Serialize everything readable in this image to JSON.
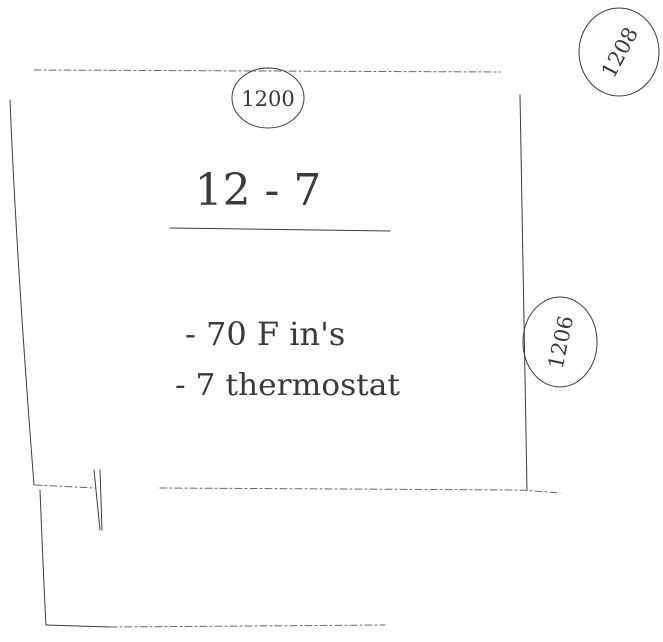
{
  "labels": {
    "top_callout": "1200",
    "right_callout": "1206",
    "corner_callout": "1208",
    "heading": "12 - 7",
    "line_1": "- 70 F in's",
    "line_2": "- 7 thermostat"
  }
}
